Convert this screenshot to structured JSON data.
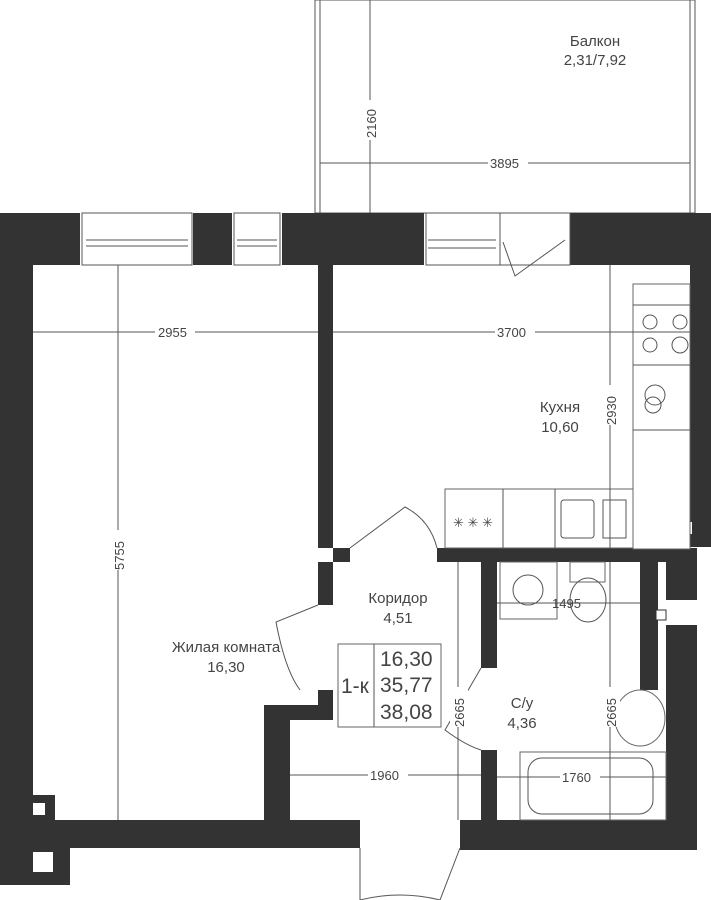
{
  "rooms": {
    "balcony": {
      "name": "Балкон",
      "area": "2,31/7,92"
    },
    "kitchen": {
      "name": "Кухня",
      "area": "10,60"
    },
    "corridor": {
      "name": "Коридор",
      "area": "4,51"
    },
    "living": {
      "name": "Жилая комната",
      "area": "16,30"
    },
    "bathroom": {
      "name": "С/у",
      "area": "4,36"
    }
  },
  "summary": {
    "type": "1-к",
    "living_area": "16,30",
    "total_area": "35,77",
    "total_with_balcony": "38,08"
  },
  "dimensions": {
    "balcony_depth": "2160",
    "balcony_width": "3895",
    "living_width": "2955",
    "living_length": "5755",
    "kitchen_width": "3700",
    "kitchen_depth": "2930",
    "bath_width": "1495",
    "bath_depth_left": "2665",
    "bath_depth_right": "2665",
    "corridor_width": "1960",
    "tub_length": "1760"
  },
  "colors": {
    "wall": "#333333",
    "line": "#555555"
  }
}
